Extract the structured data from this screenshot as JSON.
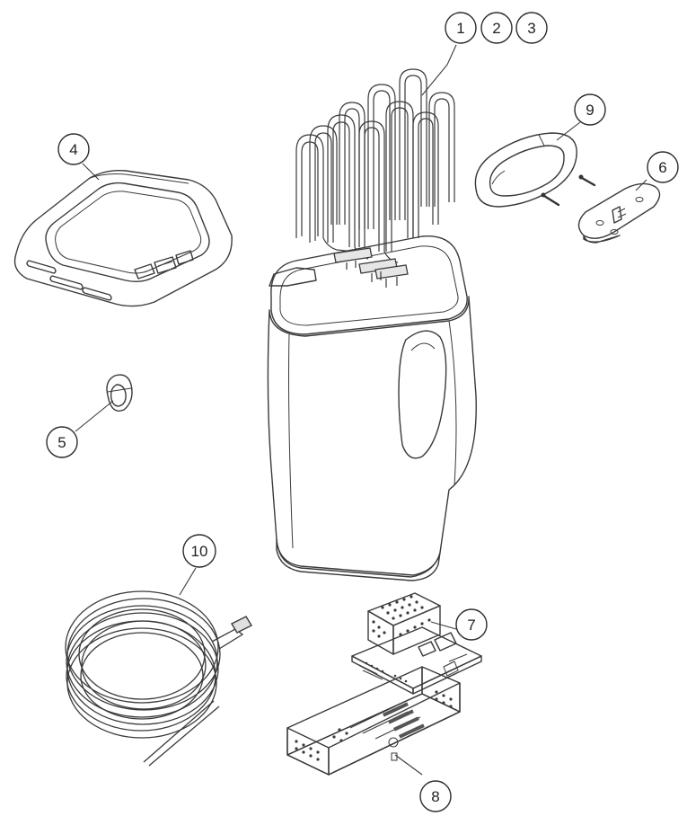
{
  "callouts": [
    {
      "id": "c1",
      "label": "1"
    },
    {
      "id": "c2",
      "label": "2"
    },
    {
      "id": "c3",
      "label": "3"
    },
    {
      "id": "c4",
      "label": "4"
    },
    {
      "id": "c5",
      "label": "5"
    },
    {
      "id": "c6",
      "label": "6"
    },
    {
      "id": "c7",
      "label": "7"
    },
    {
      "id": "c8",
      "label": "8"
    },
    {
      "id": "c9",
      "label": "9"
    },
    {
      "id": "c10",
      "label": "10"
    }
  ],
  "colors": {
    "heater_body": "#c9c9c9",
    "heater_top": "#ffffff",
    "frame": "#c4c4c4",
    "part_gray": "#bdbdbd",
    "line": "#3a3a3a"
  }
}
